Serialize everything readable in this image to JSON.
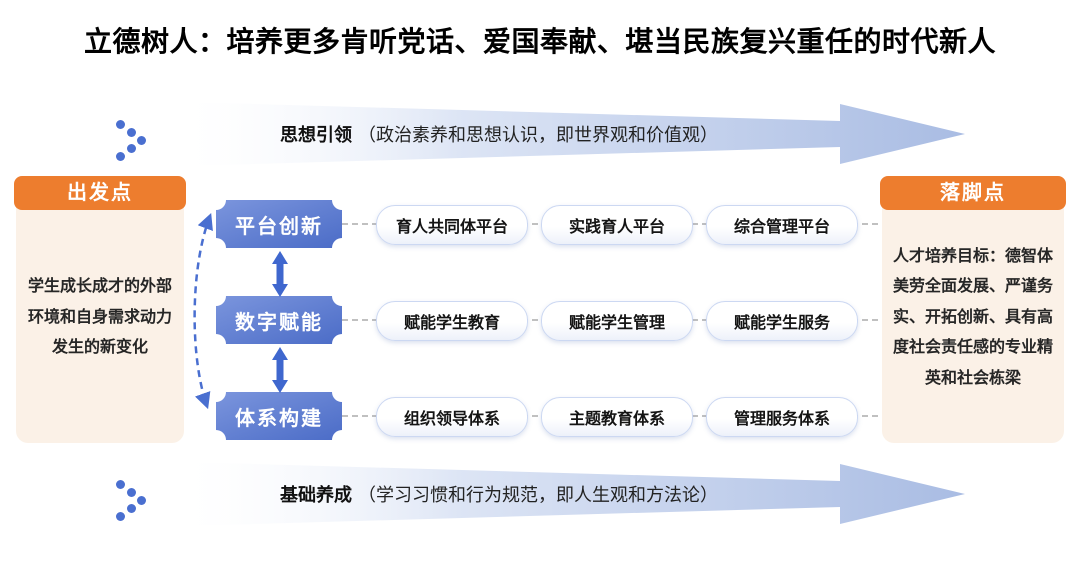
{
  "title": "立德树人：培养更多肯听党话、爱国奉献、堪当民族复兴重任的时代新人",
  "top_banner": {
    "label": "思想引领",
    "description": "（政治素养和思想认识，即世界观和价值观）"
  },
  "bottom_banner": {
    "label": "基础养成",
    "description": "（学习习惯和行为规范，即人生观和方法论）"
  },
  "start_box": {
    "header": "出发点",
    "body": "学生成长成才的外部环境和自身需求动力发生的新变化"
  },
  "end_box": {
    "header": "落脚点",
    "body": "人才培养目标：德智体美劳全面发展、严谨务实、开拓创新、具有高度社会责任感的专业精英和社会栋梁"
  },
  "rows": [
    {
      "category": "平台创新",
      "items": [
        "育人共同体平台",
        "实践育人平台",
        "综合管理平台"
      ]
    },
    {
      "category": "数字赋能",
      "items": [
        "赋能学生教育",
        "赋能学生管理",
        "赋能学生服务"
      ]
    },
    {
      "category": "体系构建",
      "items": [
        "组织领导体系",
        "主题教育体系",
        "管理服务体系"
      ]
    }
  ],
  "colors": {
    "accent_orange": "#ED7D2E",
    "cream_panel": "#FBF1E7",
    "plaque_blue_light": "#7B95DD",
    "plaque_blue_dark": "#4B6CC7",
    "connector_blue": "#3F67CE",
    "banner_blue": "#A9BCE3",
    "dash_gray": "#C0C0C0"
  }
}
